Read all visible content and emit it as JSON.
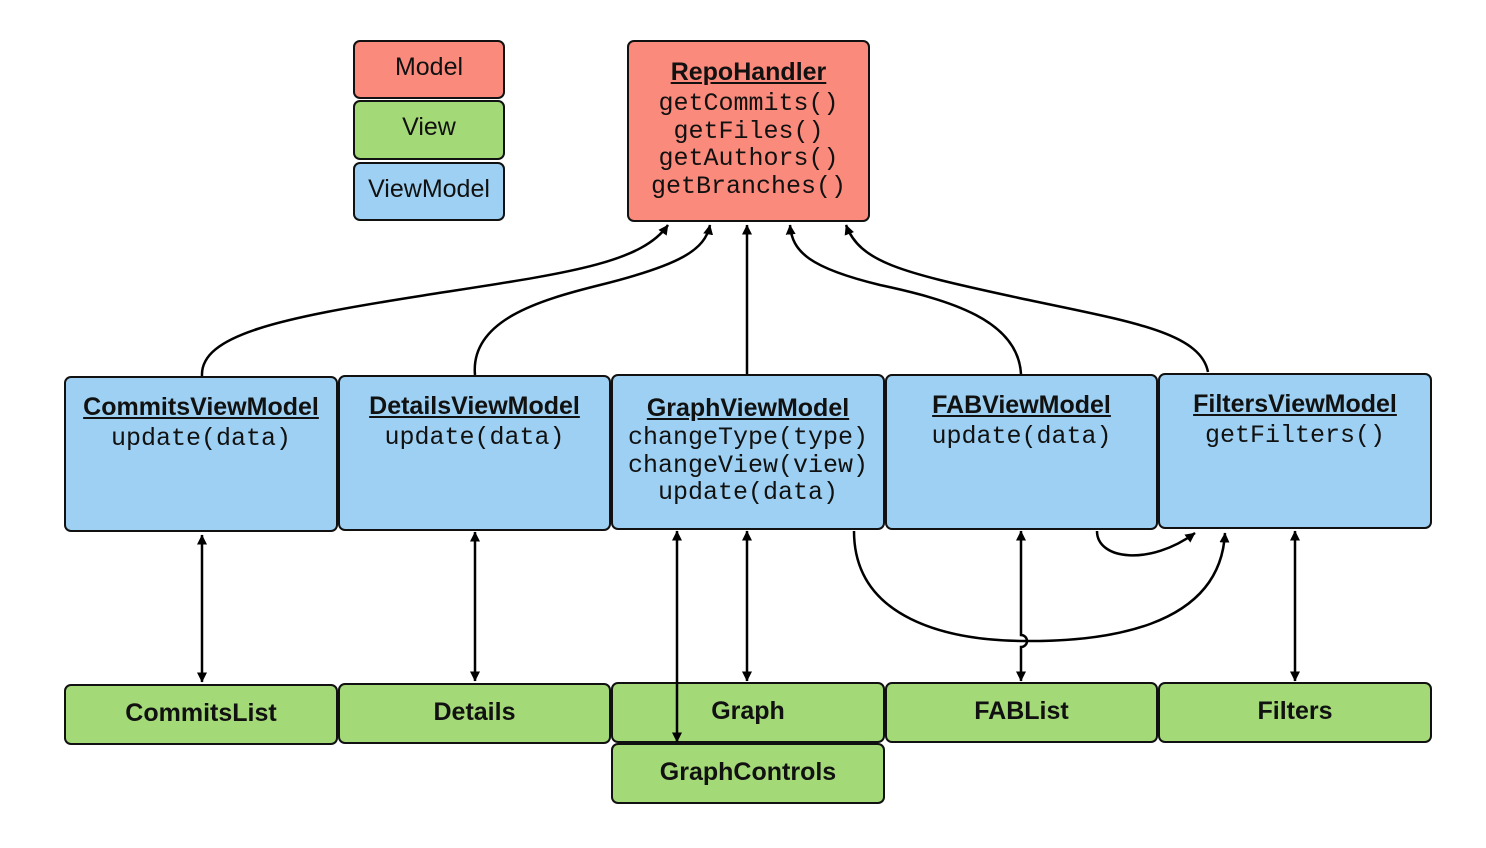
{
  "colors": {
    "model": "#fa8a7c",
    "view": "#a3d977",
    "viewmodel": "#9dd0f2"
  },
  "legend": {
    "model": "Model",
    "view": "View",
    "viewmodel": "ViewModel"
  },
  "repo_handler": {
    "title": "RepoHandler",
    "methods": [
      "getCommits()",
      "getFiles()",
      "getAuthors()",
      "getBranches()"
    ]
  },
  "viewmodels": [
    {
      "title": "CommitsViewModel",
      "methods": [
        "update(data)"
      ]
    },
    {
      "title": "DetailsViewModel",
      "methods": [
        "update(data)"
      ]
    },
    {
      "title": "GraphViewModel",
      "methods": [
        "changeType(type)",
        "changeView(view)",
        "update(data)"
      ]
    },
    {
      "title": "FABViewModel",
      "methods": [
        "update(data)"
      ]
    },
    {
      "title": "FiltersViewModel",
      "methods": [
        "getFilters()"
      ]
    }
  ],
  "views": [
    "CommitsList",
    "Details",
    "Graph",
    "FABList",
    "Filters",
    "GraphControls"
  ]
}
